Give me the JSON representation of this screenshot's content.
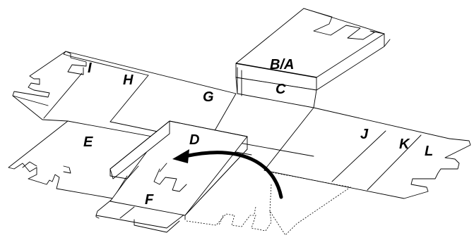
{
  "diagram": {
    "labels": {
      "a": "I",
      "b": "H",
      "c": "G",
      "d": "B/A",
      "e": "C",
      "f": "E",
      "g": "D",
      "h": "F",
      "i": "J",
      "j": "K",
      "k": "L"
    },
    "colors": {
      "line": "#000000",
      "background": "#ffffff"
    }
  }
}
